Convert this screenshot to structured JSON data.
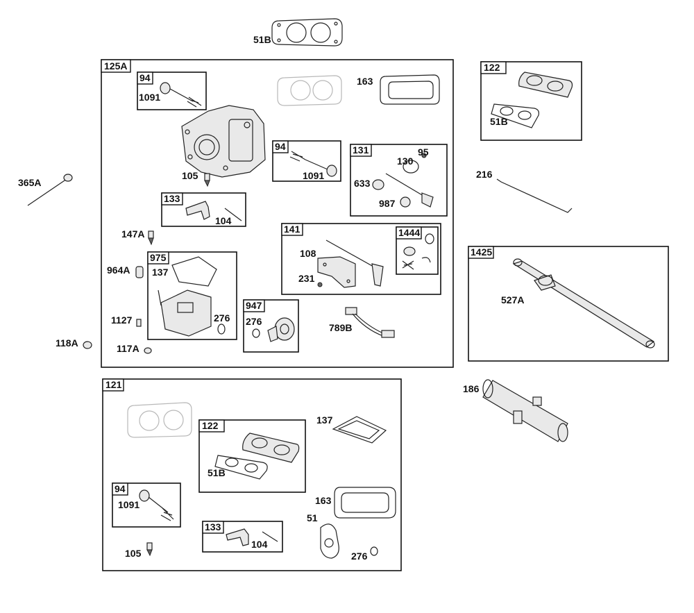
{
  "groups": {
    "g125A": "125A",
    "g94a": "94",
    "g94b": "94",
    "g131": "131",
    "g133a": "133",
    "g141": "141",
    "g1444": "1444",
    "g975": "975",
    "g947": "947",
    "g122a": "122",
    "g1425": "1425",
    "g121": "121",
    "g122b": "122",
    "g94c": "94",
    "g133b": "133"
  },
  "labels": {
    "p51B_top": "51B",
    "p163_a": "163",
    "p1091_a": "1091",
    "p105_a": "105",
    "p1091_b": "1091",
    "p95": "95",
    "p130": "130",
    "p633": "633",
    "p987": "987",
    "p104_a": "104",
    "p147A": "147A",
    "p964A": "964A",
    "p137_a": "137",
    "p1127": "1127",
    "p276_a": "276",
    "p117A": "117A",
    "p118A": "118A",
    "p276_b": "276",
    "p108": "108",
    "p231": "231",
    "p789B": "789B",
    "p365A": "365A",
    "p51B_b": "51B",
    "p216": "216",
    "p527A": "527A",
    "p186": "186",
    "p137_b": "137",
    "p51B_c": "51B",
    "p1091_c": "1091",
    "p163_b": "163",
    "p51": "51",
    "p104_b": "104",
    "p105_b": "105",
    "p276_c": "276"
  }
}
